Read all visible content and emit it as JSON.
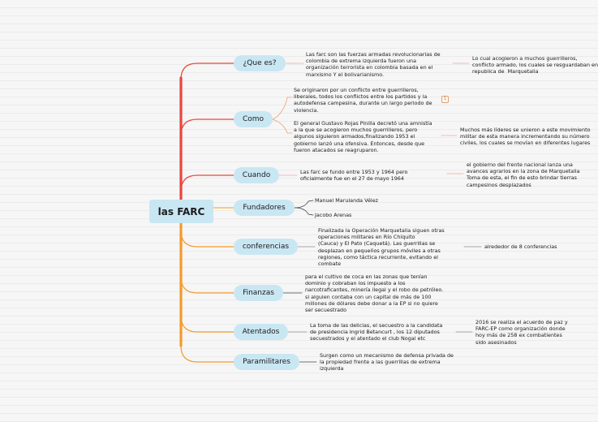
{
  "root": {
    "label": "las FARC"
  },
  "colors": {
    "red": "#e8463c",
    "orange": "#f59a2a",
    "amber": "#f6b233",
    "gray": "#a8a8a8",
    "node_fill": "#c9e7f3"
  },
  "branches": {
    "que_es": {
      "label": "¿Que es?",
      "note": "Las farc son las fuerzas armadas revolucionarias de\ncolombia de extrema izquierda fueron una\norganización terrorista en colombia basada en el\nmarxismo Y el bolivarianismo.",
      "sub": "Lo cual acogieron a muchos guerrilleros,\nconflicto armado, los cuales se resguardaban en\nrepublica de  Marquetalia"
    },
    "como": {
      "label": "Como",
      "note1": "Se originaron por un conflicto entre guerrilleros,\nliberales, todos los conflictos entre los partidos y la\nautodefensa campesina, durante un largo periodo de\nviolencia.",
      "note2": "El general Gustavo Rojas Pinilla decretó una amnistía\na la que se acogieron muchos guerrilleros, pero\nalgunos siguieron armados,finalizando 1953 el\ngobierno lanzó una ofensiva. Entonces, desde que\nfueron atacados se reagruparon.",
      "marker": "1",
      "sub": "Muchos más líderes se unieron a este movimiento\nmilitar de esta manera incrementando su número\nciviles, los cuales se movían en diferentes lugares"
    },
    "cuando": {
      "label": "Cuando",
      "note": "Las farc se fundo entre 1953 y 1964 pero\noficialmente fue en el 27 de mayo 1964",
      "sub": "el gobierno del frente nacional lanza una\navances agrarios en la zona de Marquetalia\nToma de esta, el fin de esto brindar tierras\ncampesinos desplazados"
    },
    "fundadores": {
      "label": "Fundadores",
      "names": [
        "Manuel Marulanda Vélez",
        "Jacobo Arenas"
      ]
    },
    "conferencias": {
      "label": "conferencias",
      "note": "Finalizada la Operación Marquetalia siguen otras\noperaciones militares en Río Chiquito\n(Cauca) y El Pato (Caquetá). Las guerrillas se\ndesplazan en pequeños grupos móviles a otras\nregiones, como táctica recurrente, evitando el\ncombate",
      "sub": "alrededor de 8 conferencias"
    },
    "finanzas": {
      "label": "Finanzas",
      "note": "para el cultivo de coca en las zonas que tenían\ndominio y cobraban los impuesto a los\nnarcotraficantes, minería ilegal y el robo de petróleo.\nsi alguien contaba con un capital de más de 100\nmillones de dólares debe donar a la EP si no quiere\nser secuestrado"
    },
    "atentados": {
      "label": "Atentados",
      "note": "La toma de las delicias, el secuestro a la candidata\nde presidencia Ingrid Betancurt , los 12 diputados\nsecuestrados y el atentado el club Nogal etc",
      "sub": "2016 se realiza el acuerdo de paz y\nFARC-EP como organización donde\nhoy más de 258 ex combatientes\nsido asesinados"
    },
    "paramilitares": {
      "label": "Paramilitares",
      "note": "Surgen como un mecanismo de defensa privada de\nla propiedad frente a las guerrillas de extrema\nizquierda"
    }
  }
}
